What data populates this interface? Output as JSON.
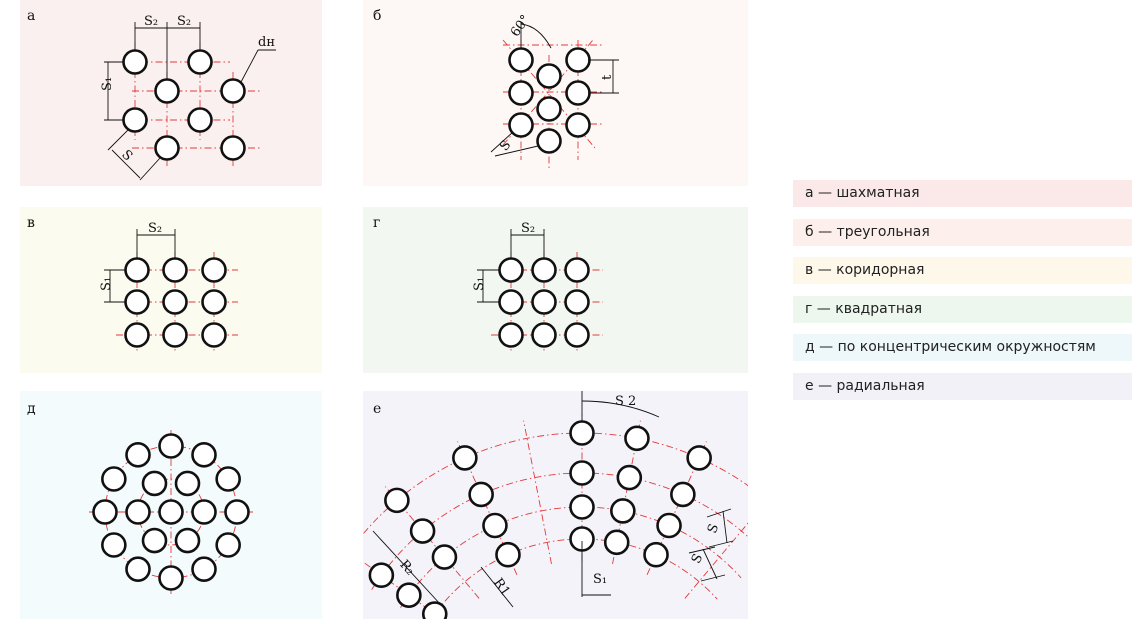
{
  "colors": {
    "tube_stroke": "#111111",
    "center_line": "#e23a3a",
    "legend_backgrounds": [
      "#fbe9e9",
      "#fdf0ec",
      "#fdf8ea",
      "#eef7ee",
      "#eef8fb",
      "#f2f1f8"
    ]
  },
  "panels": {
    "a": {
      "label": "а",
      "dims": {
        "s2_left": "S₂",
        "s2_right": "S₂",
        "s1": "S₁",
        "s": "S",
        "dn": "dн"
      }
    },
    "b": {
      "label": "б",
      "dims": {
        "angle": "60°",
        "t": "t",
        "s": "S"
      }
    },
    "v": {
      "label": "в",
      "dims": {
        "s2": "S₂",
        "s1": "S₁"
      }
    },
    "g": {
      "label": "г",
      "dims": {
        "s2": "S₂",
        "s1": "S₁"
      }
    },
    "d": {
      "label": "д"
    },
    "e": {
      "label": "е",
      "dims": {
        "s2": "S 2",
        "s1": "S₁",
        "s_a": "S",
        "s_b": "S",
        "r1": "R1",
        "r2": "R₂"
      }
    }
  },
  "legend": {
    "items": [
      {
        "text": "а — шахматная"
      },
      {
        "text": "б — треугольная"
      },
      {
        "text": "в — коридорная"
      },
      {
        "text": "г — квадратная"
      },
      {
        "text": "д — по концентрическим окружностям"
      },
      {
        "text": "е — радиальная"
      }
    ]
  }
}
